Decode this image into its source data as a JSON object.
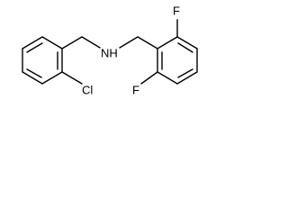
{
  "molecule": {
    "atoms": {
      "amine": "NH",
      "chlorine": "Cl",
      "fluorine_top": "F",
      "fluorine_bottom": "F"
    },
    "line_color": "#000000",
    "background_color": "#ffffff"
  }
}
